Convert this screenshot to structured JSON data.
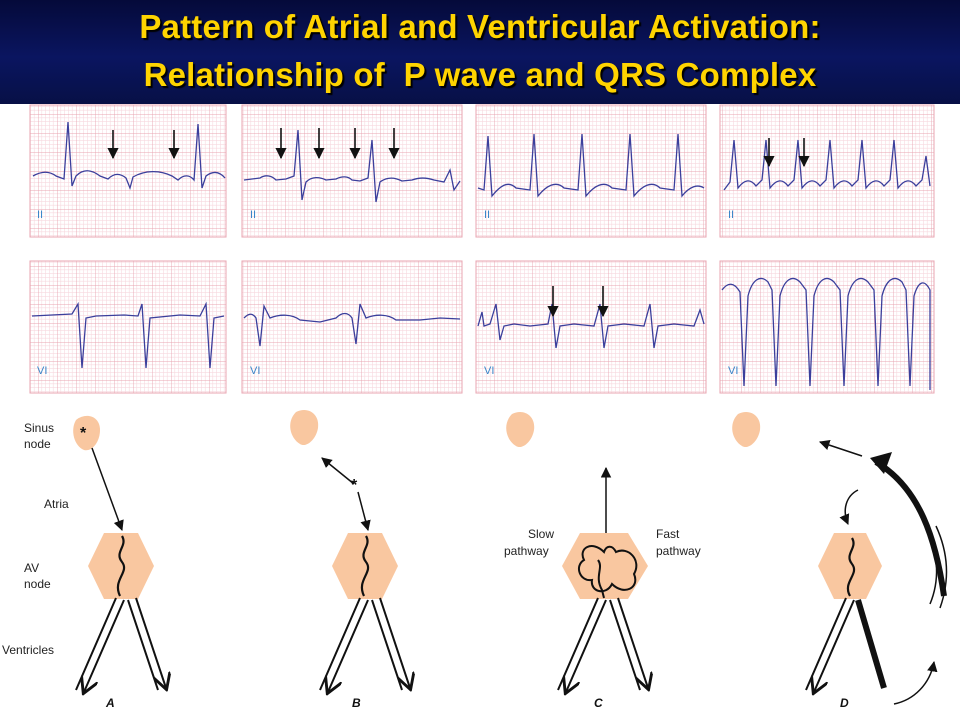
{
  "title": {
    "line1": "Pattern of Atrial and Ventricular Activation:",
    "line2": "Relationship of  P wave and QRS Complex"
  },
  "lead_labels": {
    "lead_ii": "II",
    "lead_v1": "VI"
  },
  "anatomy_labels": {
    "sinus_line1": "Sinus",
    "sinus_line2": "node",
    "atria": "Atria",
    "av_line1": "AV",
    "av_line2": "node",
    "ventricles": "Ventricles",
    "slow_line1": "Slow",
    "slow_line2": "pathway",
    "fast_line1": "Fast",
    "fast_line2": "pathway",
    "origin_marker": "*"
  },
  "panels": [
    "A",
    "B",
    "C",
    "D"
  ],
  "colors": {
    "title_text": "#ffd400",
    "title_bg": "#0a1560",
    "ecg_trace": "#3b3f9c",
    "ecg_grid_major": "#e8a4b0",
    "ecg_grid_minor": "#f7d9df",
    "node_fill": "#f9c7a0",
    "lead_label": "#3a86c9"
  }
}
